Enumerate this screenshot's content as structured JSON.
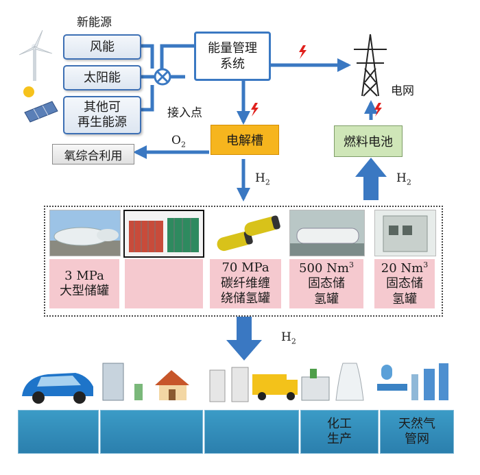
{
  "renewables": {
    "title": "新能源",
    "wind": "风能",
    "solar": "太阳能",
    "other": "其他可\n再生能源"
  },
  "junction_label": "接入点",
  "ems": "能量管理\n系统",
  "grid_label": "电网",
  "electrolyzer": "电解槽",
  "fuel_cell": "燃料电池",
  "oxygen_use": "氧综合利用",
  "o2_label": "O",
  "o2_sub": "2",
  "h2_label": "H",
  "h2_sub": "2",
  "storage": [
    {
      "label": "3 MPa\n大型储罐"
    },
    {
      "label": ""
    },
    {
      "label": "70 MPa\n碳纤维缠\n绕储氢罐"
    },
    {
      "label_main": "500 Nm",
      "label_sup": "3",
      "label_rest": "固态储\n氢罐"
    },
    {
      "label_main": "20 Nm",
      "label_sup": "3",
      "label_rest": "固态储\n氢罐"
    }
  ],
  "applications": [
    {
      "label": ""
    },
    {
      "label": ""
    },
    {
      "label": ""
    },
    {
      "label": "化工\n生产"
    },
    {
      "label": "天然气\n管网"
    }
  ],
  "colors": {
    "arrow_blue": "#3a78c2",
    "electrolyzer": "#f6b51e",
    "fuel_cell": "#cfe6b8",
    "lightning": "#e0201c",
    "storage_pink": "#f5c9cf",
    "app_blue": "#2f8bbb"
  }
}
